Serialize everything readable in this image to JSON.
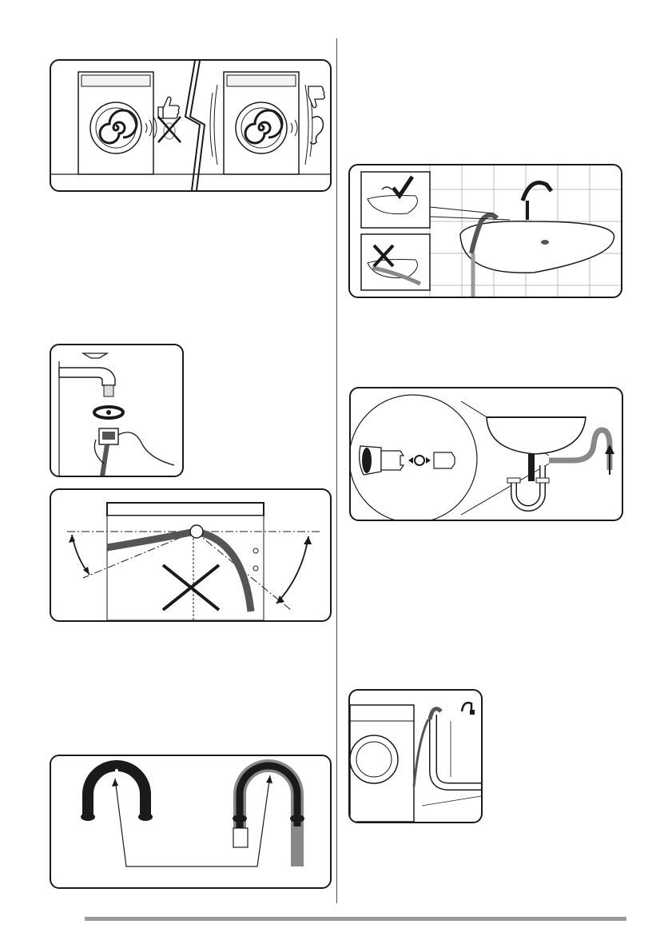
{
  "page": {
    "footer_rule": true
  },
  "figures": [
    {
      "name": "machine-level-noise",
      "icons": [
        "thumbs-up-icon",
        "ear-icon",
        "thumbs-down-icon",
        "cross-icon"
      ]
    },
    {
      "name": "tap-connection",
      "icons": [
        "rotate-arrow-icon"
      ]
    },
    {
      "name": "hose-angle",
      "icons": [
        "cross-icon",
        "angle-arrow-icon"
      ]
    },
    {
      "name": "hose-guide",
      "icons": []
    },
    {
      "name": "basin-hose",
      "icons": [
        "check-icon",
        "cross-icon"
      ]
    },
    {
      "name": "sink-trap",
      "icons": [
        "up-arrow-icon"
      ]
    },
    {
      "name": "standpipe",
      "icons": []
    }
  ]
}
